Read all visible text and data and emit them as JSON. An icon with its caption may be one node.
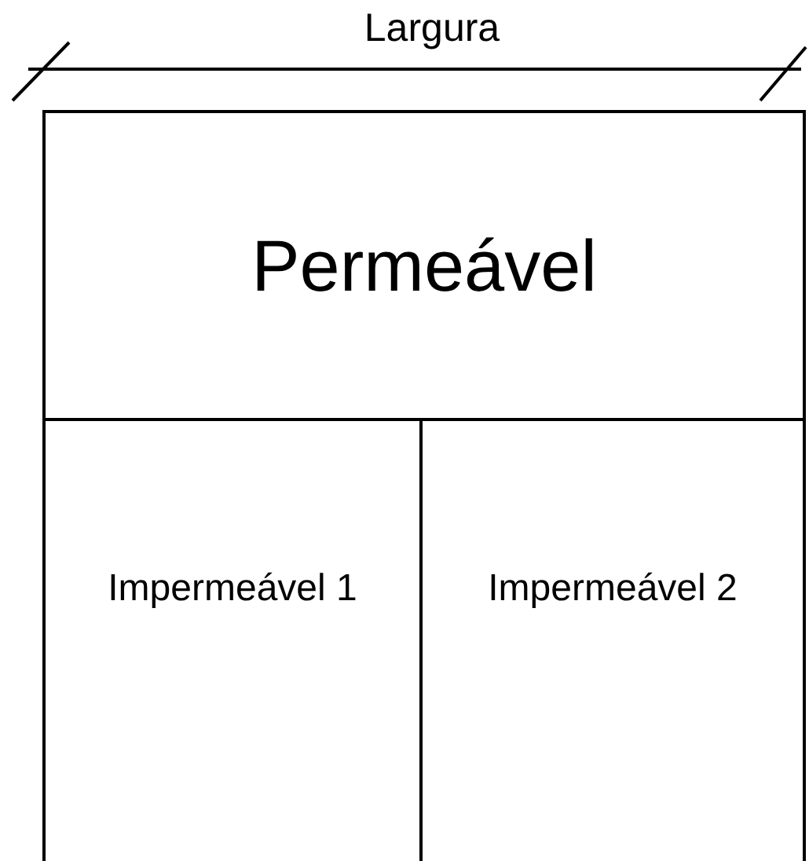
{
  "diagram": {
    "nodes": [
      {
        "text": [
          "Permeável"
        ]
      },
      {
        "text": [
          "Impermeável 1"
        ]
      },
      {
        "text": [
          "Impermeável 2"
        ]
      }
    ],
    "labels": [
      "Largura"
    ]
  }
}
